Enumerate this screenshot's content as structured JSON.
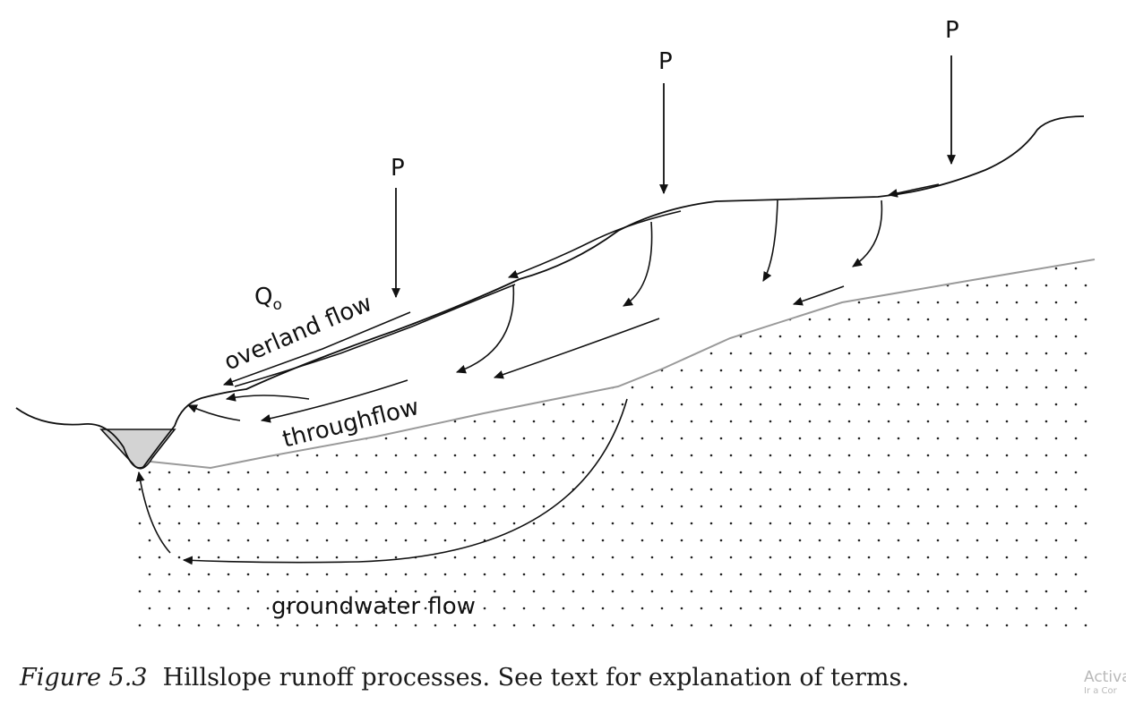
{
  "labels": {
    "precip_left": "P",
    "precip_middle": "P",
    "precip_right": "P",
    "discharge_q": "Q",
    "discharge_sub": "o",
    "overland_flow": "overland flow",
    "throughflow": "throughflow",
    "groundwater_flow": "groundwater flow"
  },
  "caption": {
    "figure_label": "Figure 5.3",
    "text": "Hillslope runoff processes. See text for explanation of terms."
  },
  "watermark": {
    "line1": "Activa",
    "line2": "Ir a Cor"
  },
  "colors": {
    "line": "#111111",
    "water_table": "#9a9a9a",
    "stream_fill": "#d3d3d3",
    "groundwater_dots": "#222222"
  }
}
